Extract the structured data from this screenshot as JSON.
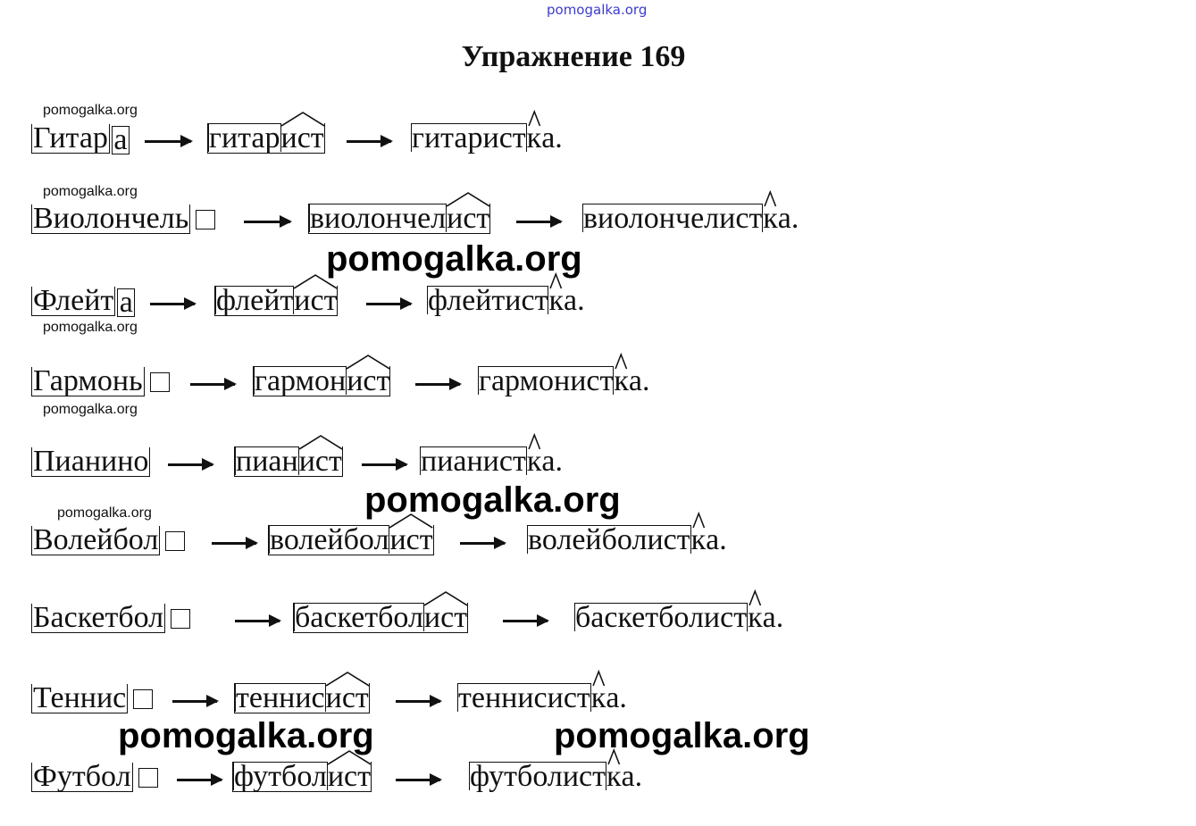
{
  "watermark_top": "pomogalka.org",
  "title": "Упражнение 169",
  "watermarks_small": [
    "pomogalka.org",
    "pomogalka.org",
    "pomogalka.org",
    "pomogalka.org",
    "pomogalka.org"
  ],
  "watermarks_big": [
    "pomogalka.org",
    "pomogalka.org",
    "pomogalka.org",
    "pomogalka.org"
  ],
  "rows": [
    {
      "w1": {
        "stem": "Гитар",
        "ending": "а"
      },
      "w2": {
        "root": "гитар",
        "suffix": "ист"
      },
      "w3": {
        "base": "гитарист",
        "suffix": "к",
        "rest": "а."
      }
    },
    {
      "w1": {
        "stem": "Виолончель",
        "ending": ""
      },
      "w2": {
        "root": "виолончел",
        "suffix": "ист"
      },
      "w3": {
        "base": "виолончелист",
        "suffix": "к",
        "rest": "а."
      }
    },
    {
      "w1": {
        "stem": "Флейт",
        "ending": "а"
      },
      "w2": {
        "root": "флейт",
        "suffix": "ист"
      },
      "w3": {
        "base": "флейтист",
        "suffix": "к",
        "rest": "а."
      }
    },
    {
      "w1": {
        "stem": "Гармонь",
        "ending": ""
      },
      "w2": {
        "root": "гармон",
        "suffix": "ист"
      },
      "w3": {
        "base": "гармонист",
        "suffix": "к",
        "rest": "а."
      }
    },
    {
      "w1": {
        "stem": "Пианино",
        "ending": null
      },
      "w2": {
        "root": "пиан",
        "suffix": "ист"
      },
      "w3": {
        "base": "пианист",
        "suffix": "к",
        "rest": "а."
      }
    },
    {
      "w1": {
        "stem": "Волейбол",
        "ending": ""
      },
      "w2": {
        "root": "волейбол",
        "suffix": "ист"
      },
      "w3": {
        "base": "волейболист",
        "suffix": "к",
        "rest": "а."
      }
    },
    {
      "w1": {
        "stem": "Баскетбол",
        "ending": ""
      },
      "w2": {
        "root": "баскетбол",
        "suffix": "ист"
      },
      "w3": {
        "base": "баскетболист",
        "suffix": "к",
        "rest": "а."
      }
    },
    {
      "w1": {
        "stem": "Теннис",
        "ending": ""
      },
      "w2": {
        "root": "теннис",
        "suffix": "ист"
      },
      "w3": {
        "base": "теннисист",
        "suffix": "к",
        "rest": "а."
      }
    },
    {
      "w1": {
        "stem": "Футбол",
        "ending": ""
      },
      "w2": {
        "root": "футбол",
        "suffix": "ист"
      },
      "w3": {
        "base": "футболист",
        "suffix": "к",
        "rest": "а."
      }
    }
  ]
}
